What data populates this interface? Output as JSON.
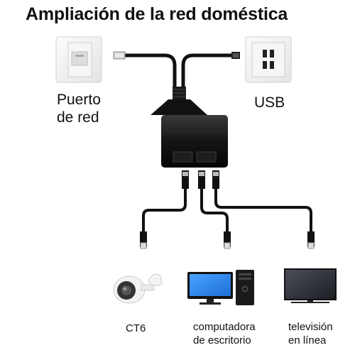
{
  "title": "Ampliación de la red doméstica",
  "labels": {
    "network_port": "Puerto\nde red",
    "usb": "USB",
    "camera": "CT6",
    "desktop": "computadora\nde escritorio",
    "tv": "televisión\nen línea"
  }
}
